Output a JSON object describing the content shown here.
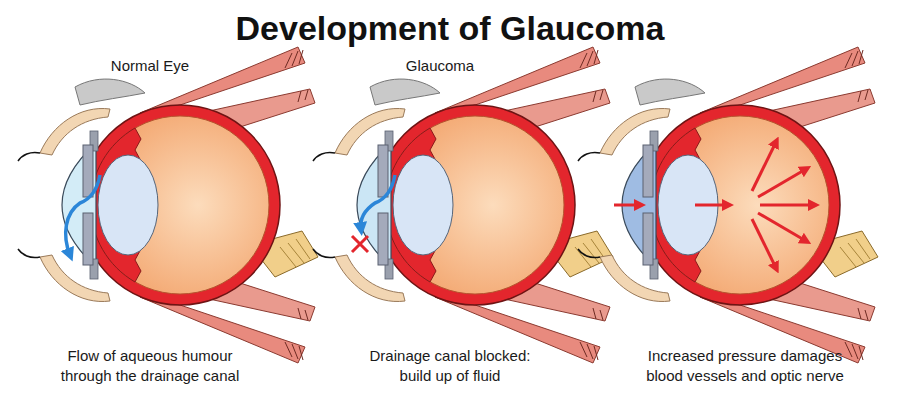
{
  "diagram": {
    "title": "Development of Glaucoma",
    "labels": [
      "Normal Eye",
      "Glaucoma",
      "Flow of aqueous humour through the drainage canal",
      "Drainage canal blocked: build up of fluid",
      "Increased pressure damages blood vessels and optic nerve"
    ]
  }
}
